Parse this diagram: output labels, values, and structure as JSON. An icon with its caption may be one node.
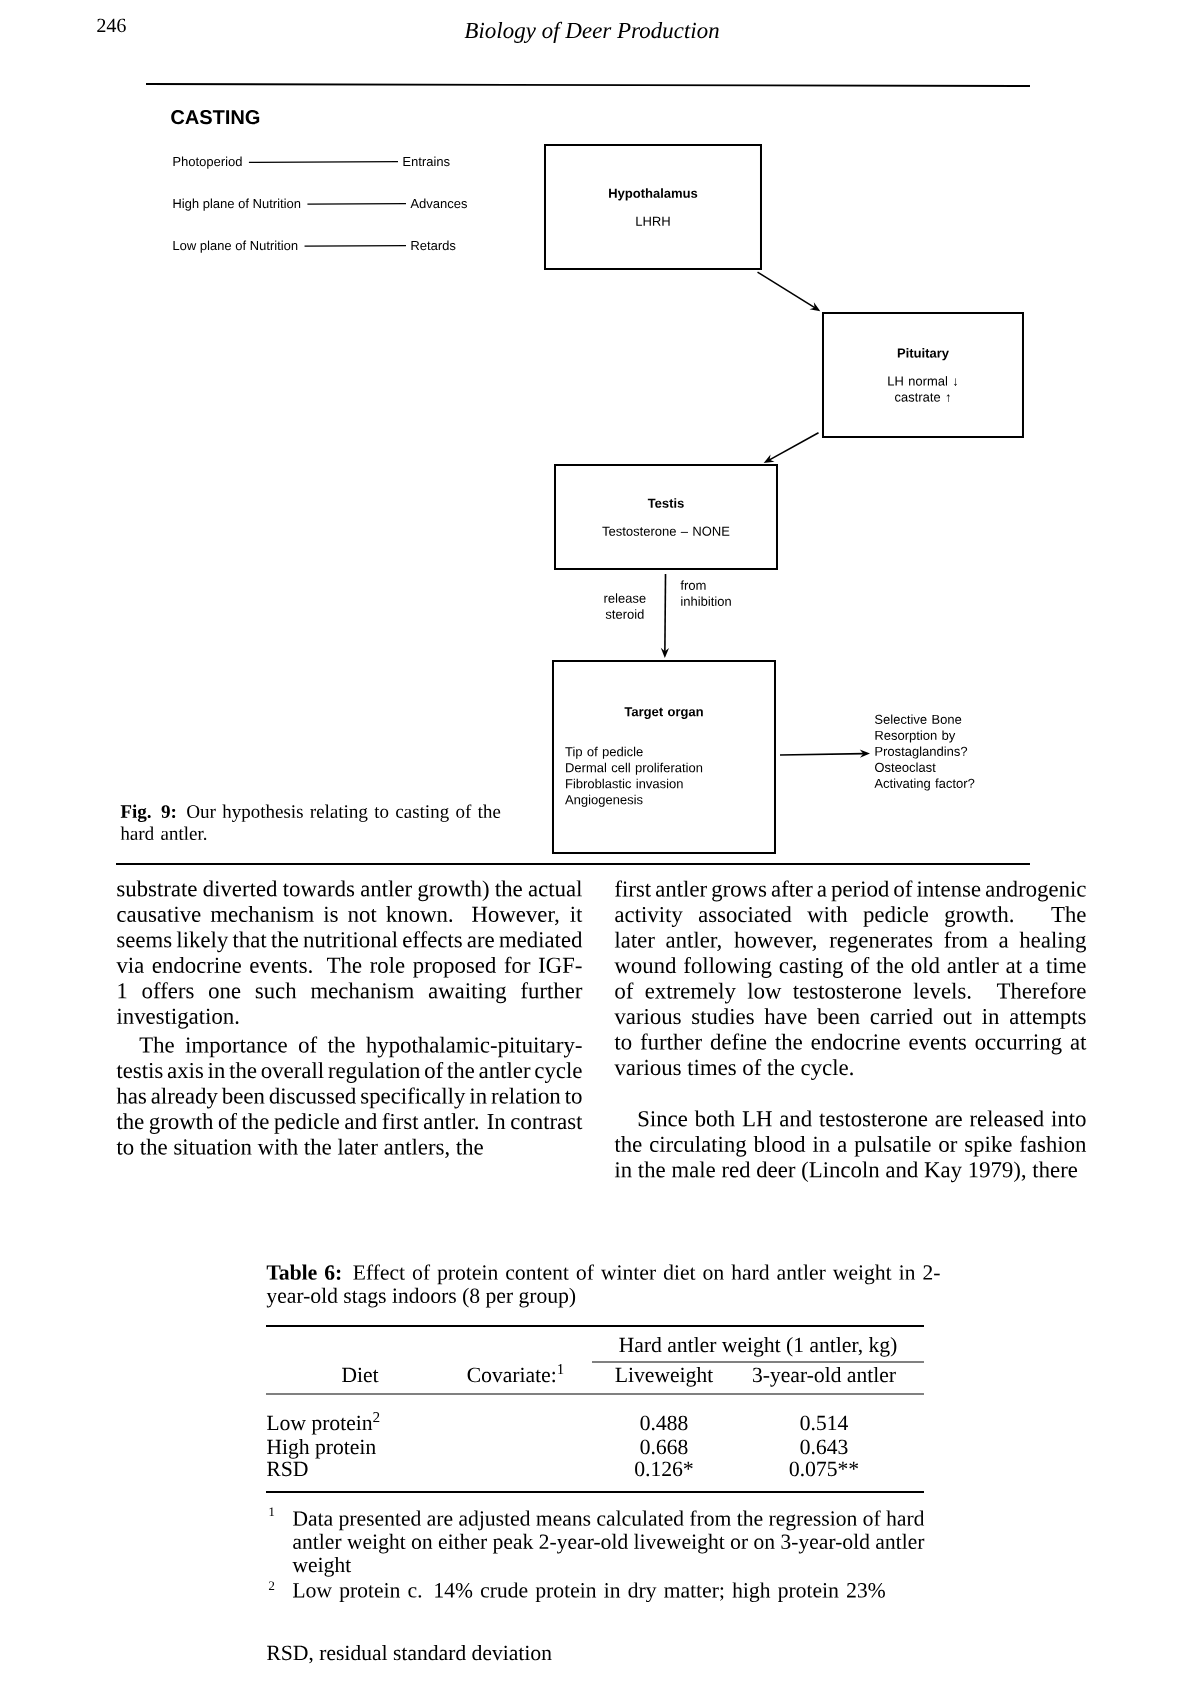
{
  "diagram": {
    "title": "CASTING",
    "caption": "**Fig. 9:** Our hypothesis relating to casting of the hard antler.",
    "nodes": [
      {
        "text": [
          "Photoperiod"
        ]
      },
      {
        "text": [
          "Entrains"
        ]
      },
      {
        "text": [
          "High plane of Nutrition"
        ]
      },
      {
        "text": [
          "Advances"
        ]
      },
      {
        "text": [
          "Low plane of Nutrition"
        ]
      },
      {
        "text": [
          "Retards"
        ]
      },
      {
        "text": [
          "Hypothalamus",
          "LHRH"
        ]
      },
      {
        "text": [
          "Pituitary",
          "LH normal ↓",
          "castrate ↑"
        ]
      },
      {
        "text": [
          "Testis",
          "Testosterone – NONE"
        ]
      },
      {
        "text": [
          "Target organ",
          "Tip of pedicle",
          "Dermal cell proliferation",
          "Fibroblastic invasion",
          "Angiogenesis"
        ]
      },
      {
        "text": [
          "Selective Bone Resorption by Prostaglandins? Osteoclast Activating factor?"
        ]
      }
    ],
    "edges": [
      {
        "from": 0,
        "to": 1,
        "arrow": "none"
      },
      {
        "from": 2,
        "to": 3,
        "arrow": "none"
      },
      {
        "from": 4,
        "to": 5,
        "arrow": "none"
      },
      {
        "from": 6,
        "to": 7,
        "arrow": "to"
      },
      {
        "from": 7,
        "to": 8,
        "arrow": "to"
      },
      {
        "from": 8,
        "to": 9,
        "arrow": "to",
        "label": "release steroid"
      },
      {
        "from": 9,
        "to": 10,
        "arrow": "to"
      }
    ],
    "labels": [
      "246",
      "Biology of Deer Production",
      "from inhibition",
      "substrate diverted towards antler growth) the actual causative mechanism is not known. However, it seems likely that the nutritional effects are mediated via endocrine events. The role proposed for IGF-1 offers one such mechanism awaiting further investigation.",
      "The importance of the hypothalamic-pituitary-testis axis in the overall regulation of the antler cycle has already been discussed specifically in relation to the growth of the pedicle and first antler. In contrast to the situation with the later antlers, the",
      "first antler grows after a period of intense androgenic activity associated with pedicle growth. The later antler, however, regenerates from a healing wound following casting of the old antler at a time of extremely low testosterone levels. Therefore various studies have been carried out in attempts to further define the endocrine events occurring at various times of the cycle.",
      "Since both LH and testosterone are released into the circulating blood in a pulsatile or spike fashion in the male red deer (Lincoln and Kay 1979), there",
      "**Table 6:** Effect of protein content of winter diet on hard antler weight in 2-year-old stags indoors (8 per group)",
      "Hard antler weight (1 antler, kg)",
      "Diet",
      "Covariate:$^{1}$",
      "Liveweight",
      "3-year-old antler",
      "Low protein$^{2}$",
      "0.488",
      "0.514",
      "High protein",
      "0.668",
      "0.643",
      "RSD",
      "0.126*",
      "0.075**",
      "1",
      "Data presented are adjusted means calculated from the regression of hard antler weight on either peak 2-year-old liveweight or on 3-year-old antler weight",
      "2",
      "Low protein c. 14% crude protein in dry matter; high protein 23%",
      "RSD, residual standard deviation"
    ]
  }
}
